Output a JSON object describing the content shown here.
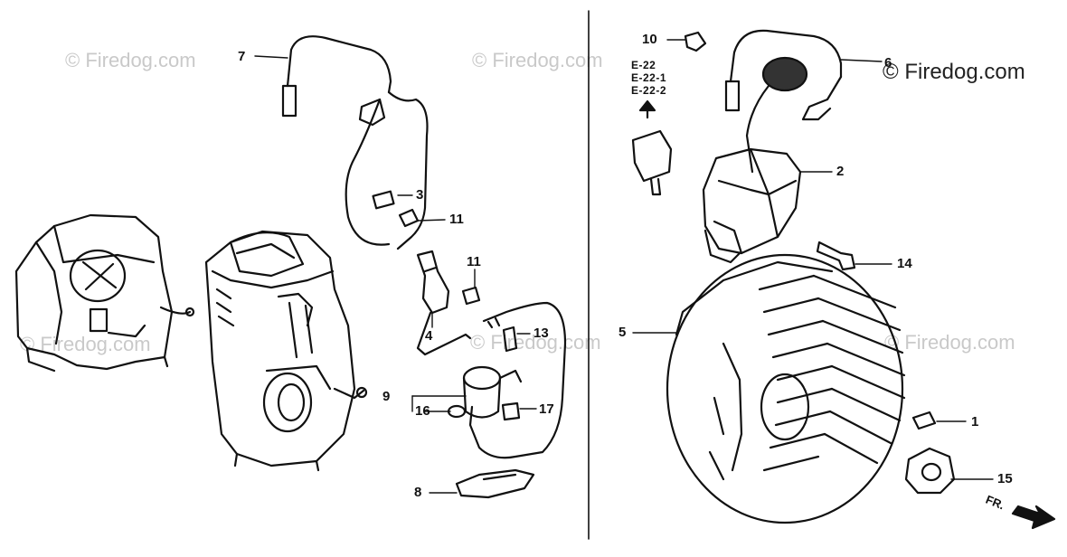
{
  "watermark": {
    "text": "© Firedog.com",
    "prominent_text": "© Firedog.com"
  },
  "callouts": [
    "1",
    "2",
    "3",
    "4",
    "5",
    "6",
    "7",
    "8",
    "9",
    "10",
    "11",
    "11",
    "13",
    "14",
    "15",
    "16",
    "17"
  ],
  "reference": {
    "codes": [
      "E-22",
      "E-22-1",
      "E-22-2"
    ]
  },
  "direction_label": "FR."
}
